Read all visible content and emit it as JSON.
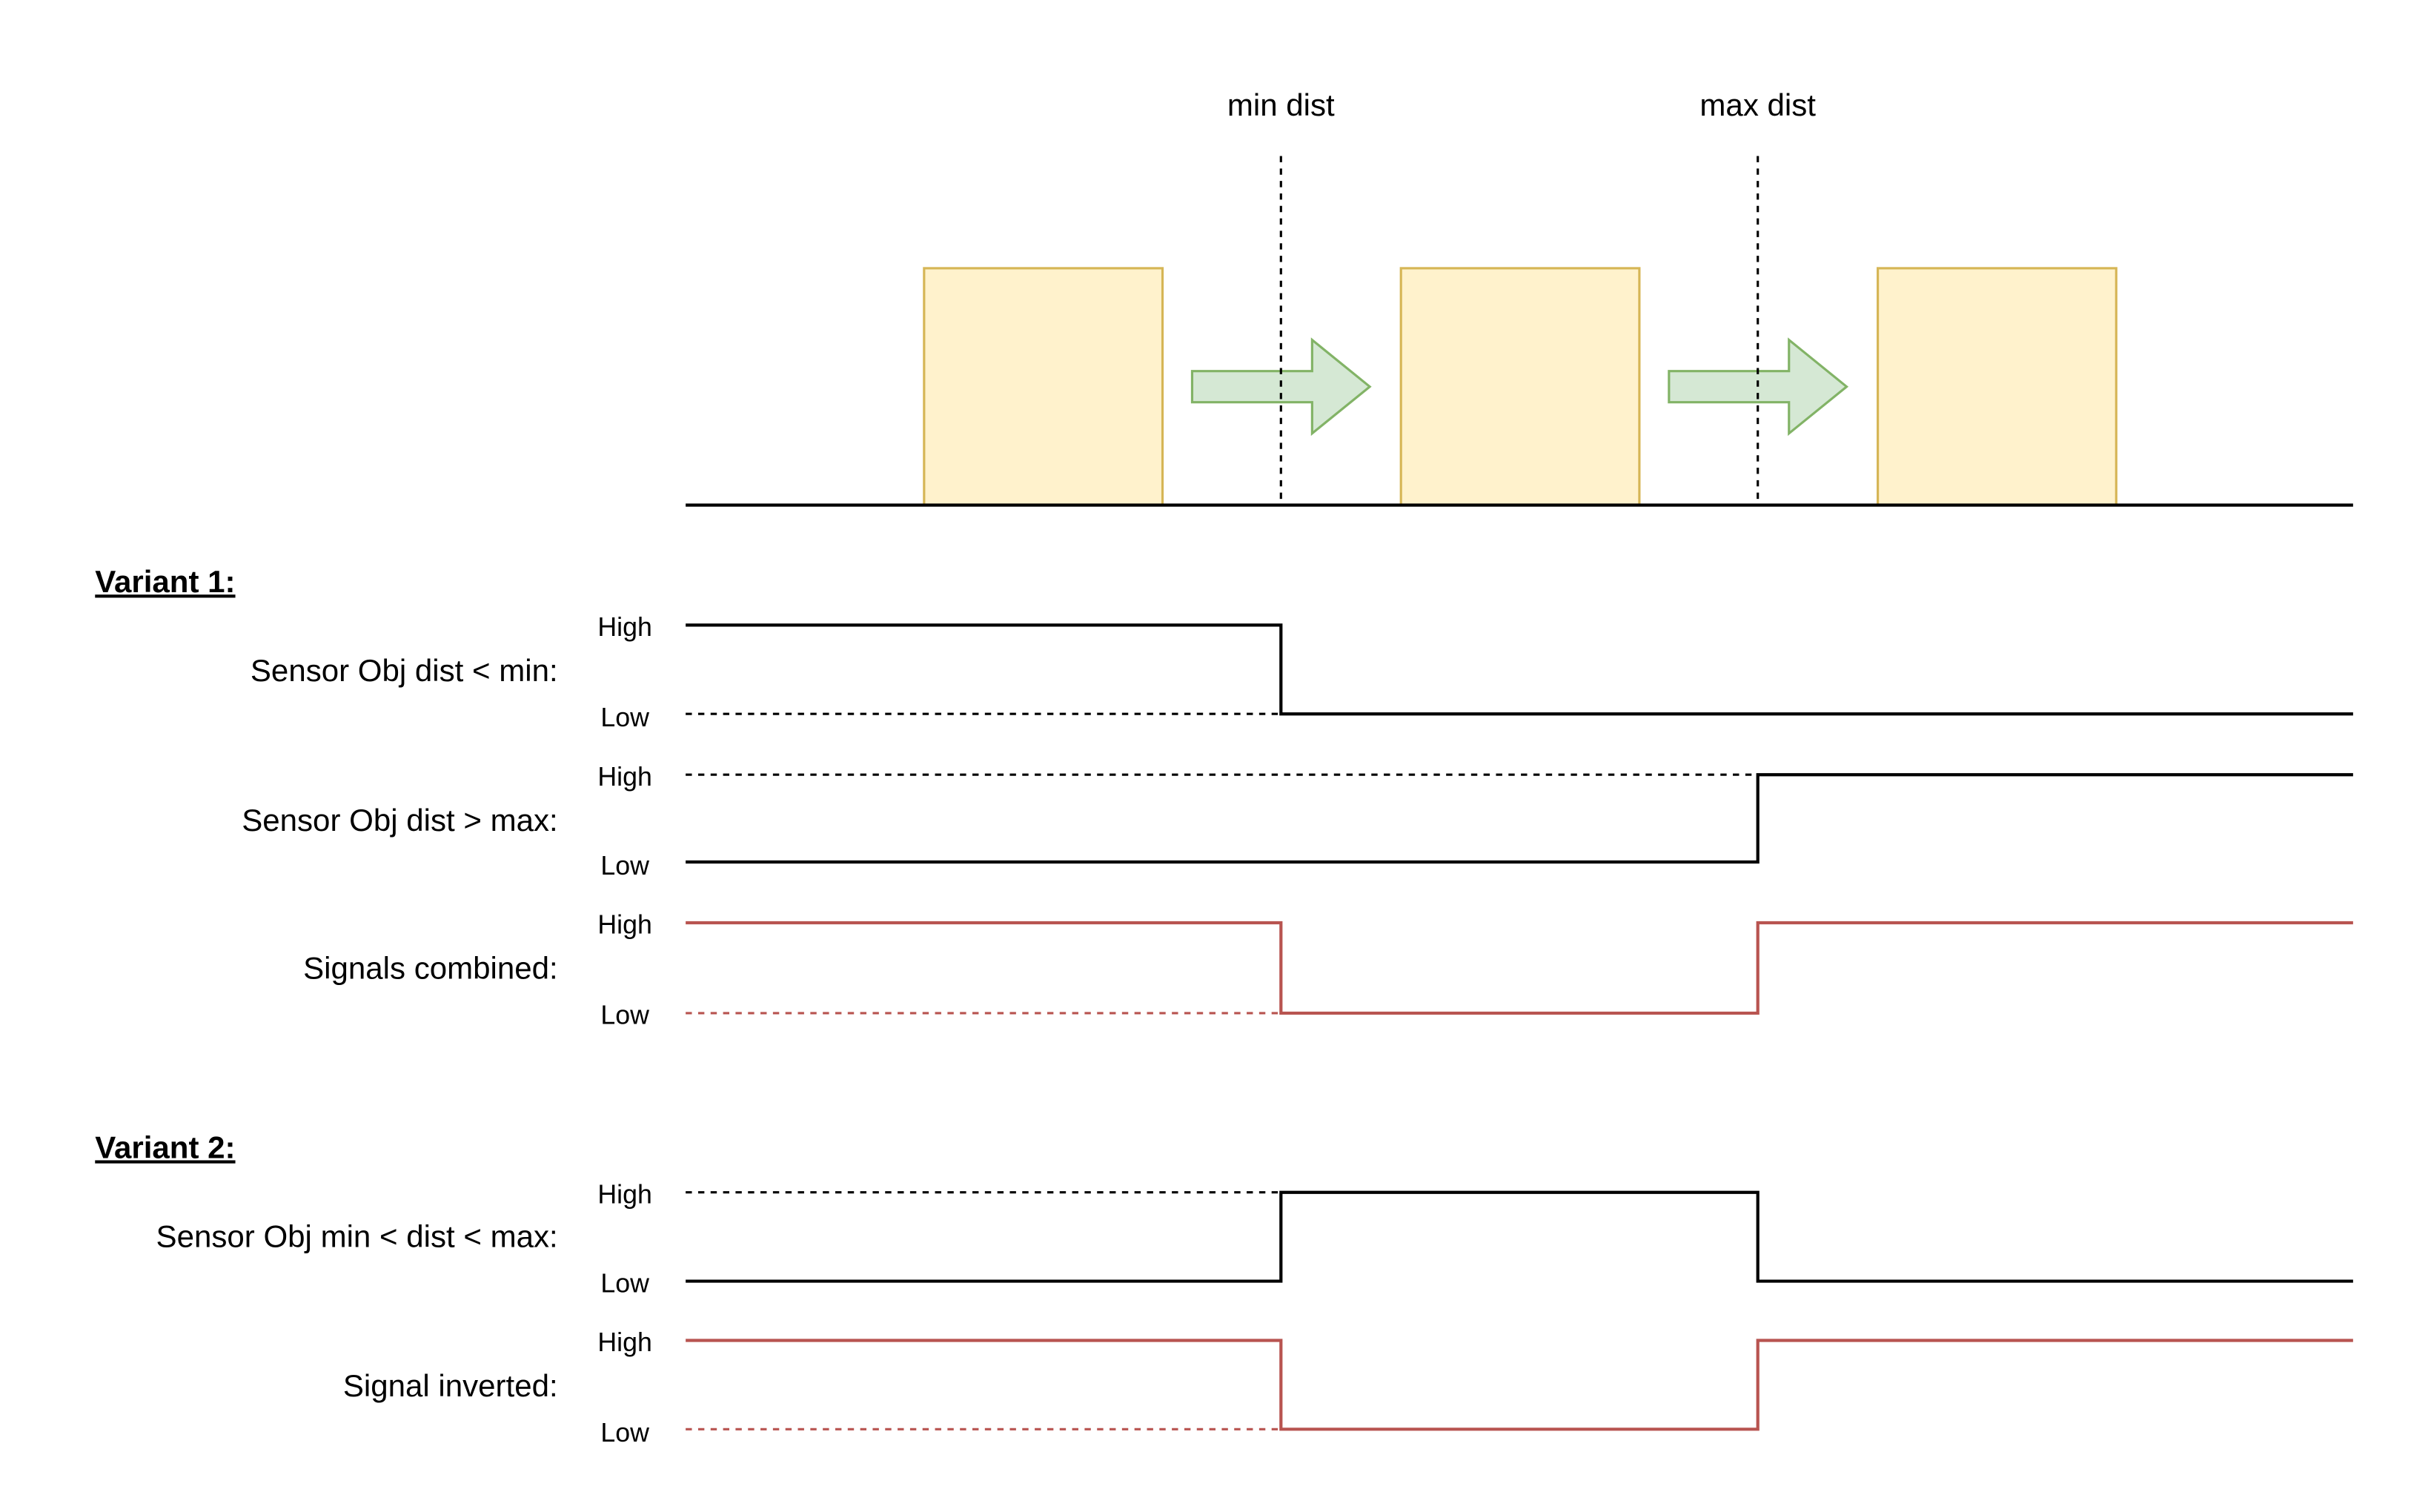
{
  "markers": {
    "min": "min dist",
    "max": "max dist"
  },
  "colors": {
    "box_fill": "#fff2cc",
    "box_stroke": "#d6b656",
    "arrow_fill": "#d5e8d4",
    "arrow_stroke": "#82b366",
    "combined": "#b85450",
    "signal": "#000000"
  },
  "levels": {
    "high": "High",
    "low": "Low"
  },
  "variant1": {
    "title": "Variant 1:",
    "rows": [
      {
        "label": "Sensor Obj dist < min:"
      },
      {
        "label": "Sensor Obj dist > max:"
      },
      {
        "label": "Signals combined:"
      }
    ]
  },
  "variant2": {
    "title": "Variant 2:",
    "rows": [
      {
        "label": "Sensor Obj min < dist < max:"
      },
      {
        "label": "Signal inverted:"
      }
    ]
  }
}
